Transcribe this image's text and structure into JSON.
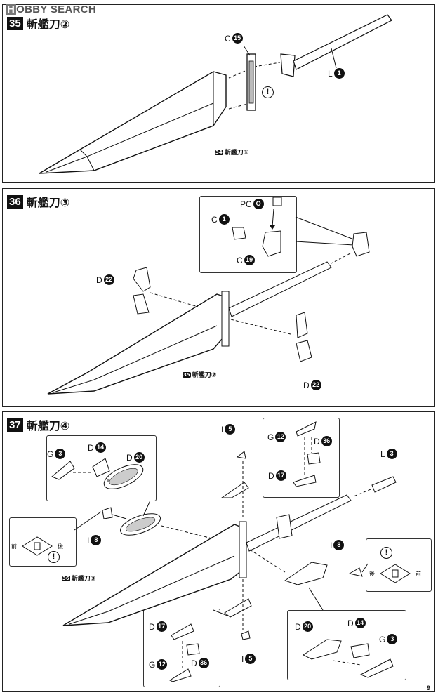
{
  "watermark": {
    "logo": "H",
    "text": "OBBY SEARCH"
  },
  "steps": [
    {
      "num": "35",
      "title": "斬艦刀②"
    },
    {
      "num": "36",
      "title": "斬艦刀③"
    },
    {
      "num": "37",
      "title": "斬艦刀④"
    }
  ],
  "labels": {
    "s35_c15": {
      "letter": "C",
      "num": "15"
    },
    "s35_l1": {
      "letter": "L",
      "num": "1"
    },
    "s35_ref": {
      "mini": "34",
      "text": "斬艦刀①"
    },
    "s36_pc": {
      "letter": "PC",
      "num": "O"
    },
    "s36_c1": {
      "letter": "C",
      "num": "1"
    },
    "s36_c19": {
      "letter": "C",
      "num": "19"
    },
    "s36_d22a": {
      "letter": "D",
      "num": "22"
    },
    "s36_d22b": {
      "letter": "D",
      "num": "22"
    },
    "s36_ref": {
      "mini": "35",
      "text": "斬艦刀②"
    },
    "s37_g3a": {
      "letter": "G",
      "num": "3"
    },
    "s37_d14a": {
      "letter": "D",
      "num": "14"
    },
    "s37_d20a": {
      "letter": "D",
      "num": "20"
    },
    "s37_i5a": {
      "letter": "I",
      "num": "5"
    },
    "s37_g12a": {
      "letter": "G",
      "num": "12"
    },
    "s37_d36a": {
      "letter": "D",
      "num": "36"
    },
    "s37_d17a": {
      "letter": "D",
      "num": "17"
    },
    "s37_l3": {
      "letter": "L",
      "num": "3"
    },
    "s37_i8a": {
      "letter": "I",
      "num": "8"
    },
    "s37_i8b": {
      "letter": "I",
      "num": "8"
    },
    "s37_d17b": {
      "letter": "D",
      "num": "17"
    },
    "s37_g12b": {
      "letter": "G",
      "num": "12"
    },
    "s37_d36b": {
      "letter": "D",
      "num": "36"
    },
    "s37_i5b": {
      "letter": "I",
      "num": "5"
    },
    "s37_d20b": {
      "letter": "D",
      "num": "20"
    },
    "s37_d14b": {
      "letter": "D",
      "num": "14"
    },
    "s37_g3b": {
      "letter": "G",
      "num": "3"
    },
    "s37_ref": {
      "mini": "36",
      "text": "斬艦刀③"
    }
  },
  "notes": {
    "caution": "!",
    "front": "前",
    "back": "後"
  },
  "page_number": "9"
}
